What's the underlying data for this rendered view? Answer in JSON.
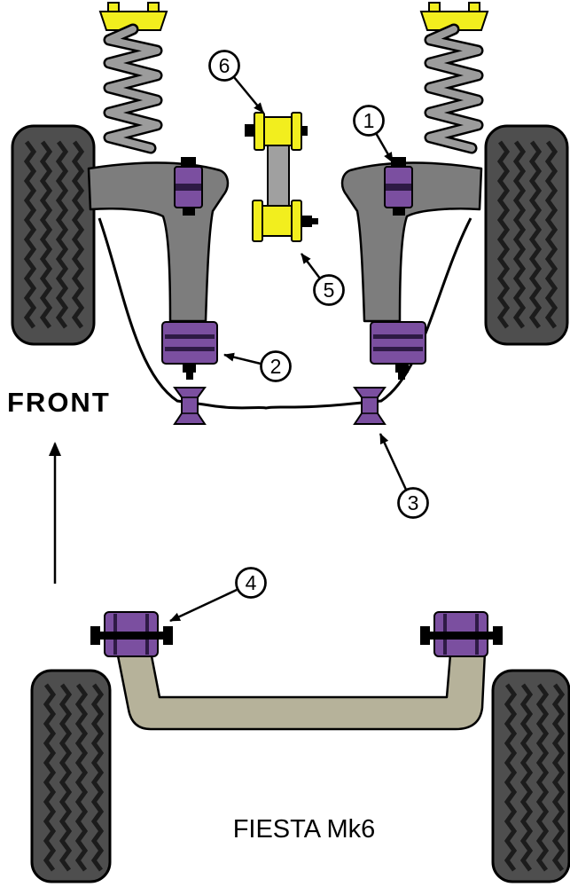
{
  "labels": {
    "front": "FRONT",
    "model": "FIESTA Mk6"
  },
  "callouts": {
    "c1": "1",
    "c2": "2",
    "c3": "3",
    "c4": "4",
    "c5": "5",
    "c6": "6"
  },
  "colors": {
    "bush_purple": "#7B4FA0",
    "bush_purple_dark": "#2E1A45",
    "bush_yellow": "#F2EE1E",
    "wheel_gray": "#4E4E4E",
    "tread_black": "#1C1C1C",
    "arm_gray": "#7D7D7D",
    "link_gray": "#A0A0A0",
    "spring_gray": "#9C9C9C",
    "beam_tan": "#B6B29A",
    "outline": "#000000",
    "background": "#FFFFFF"
  }
}
